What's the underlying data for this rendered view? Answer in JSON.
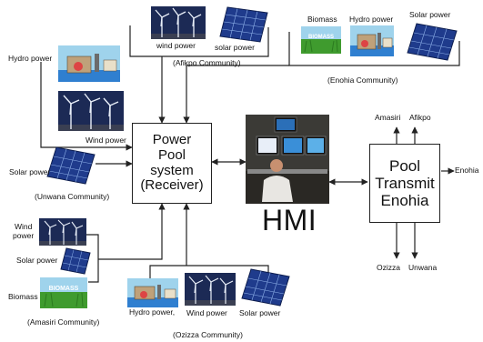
{
  "pool": {
    "line1": "Power",
    "line2": "Pool",
    "line3": "system",
    "line4": "(Receiver)"
  },
  "hmi": {
    "title": "HMI"
  },
  "transmit": {
    "line1": "Pool",
    "line2": "Transmit",
    "line3": "Enohia",
    "out": "Enohia"
  },
  "outputs": {
    "amasiri": "Amasiri",
    "afikpo": "Afikpo",
    "ozizza": "Ozizza",
    "unwana": "Unwana"
  },
  "afikpo": {
    "wind": "wind power",
    "solar": "solar power",
    "community": "(Afikpo Community)"
  },
  "enohia": {
    "biomass": "Biomass",
    "hydro": "Hydro power",
    "solar": "Solar power",
    "community": "(Enohia Community)"
  },
  "unwana": {
    "hydro": "Hydro power",
    "wind": "Wind power",
    "solar": "Solar power",
    "community": "(Unwana Community)"
  },
  "amasiri": {
    "wind_line1": "Wind",
    "wind_line2": "power",
    "solar": "Solar power",
    "biomass": "Biomass",
    "community": "(Amasiri Community)"
  },
  "ozizza": {
    "hydro": "Hydro power,",
    "wind": "Wind power",
    "solar": "Solar power",
    "community": "(Ozizza Community)"
  },
  "icons": {
    "biomass_caption": "BIOMASS"
  },
  "colors": {
    "sky": "#9fd3ec",
    "panel": "#1f3b8c",
    "turbine_sky": "#1c2a55",
    "grass": "#3f9b2e"
  }
}
